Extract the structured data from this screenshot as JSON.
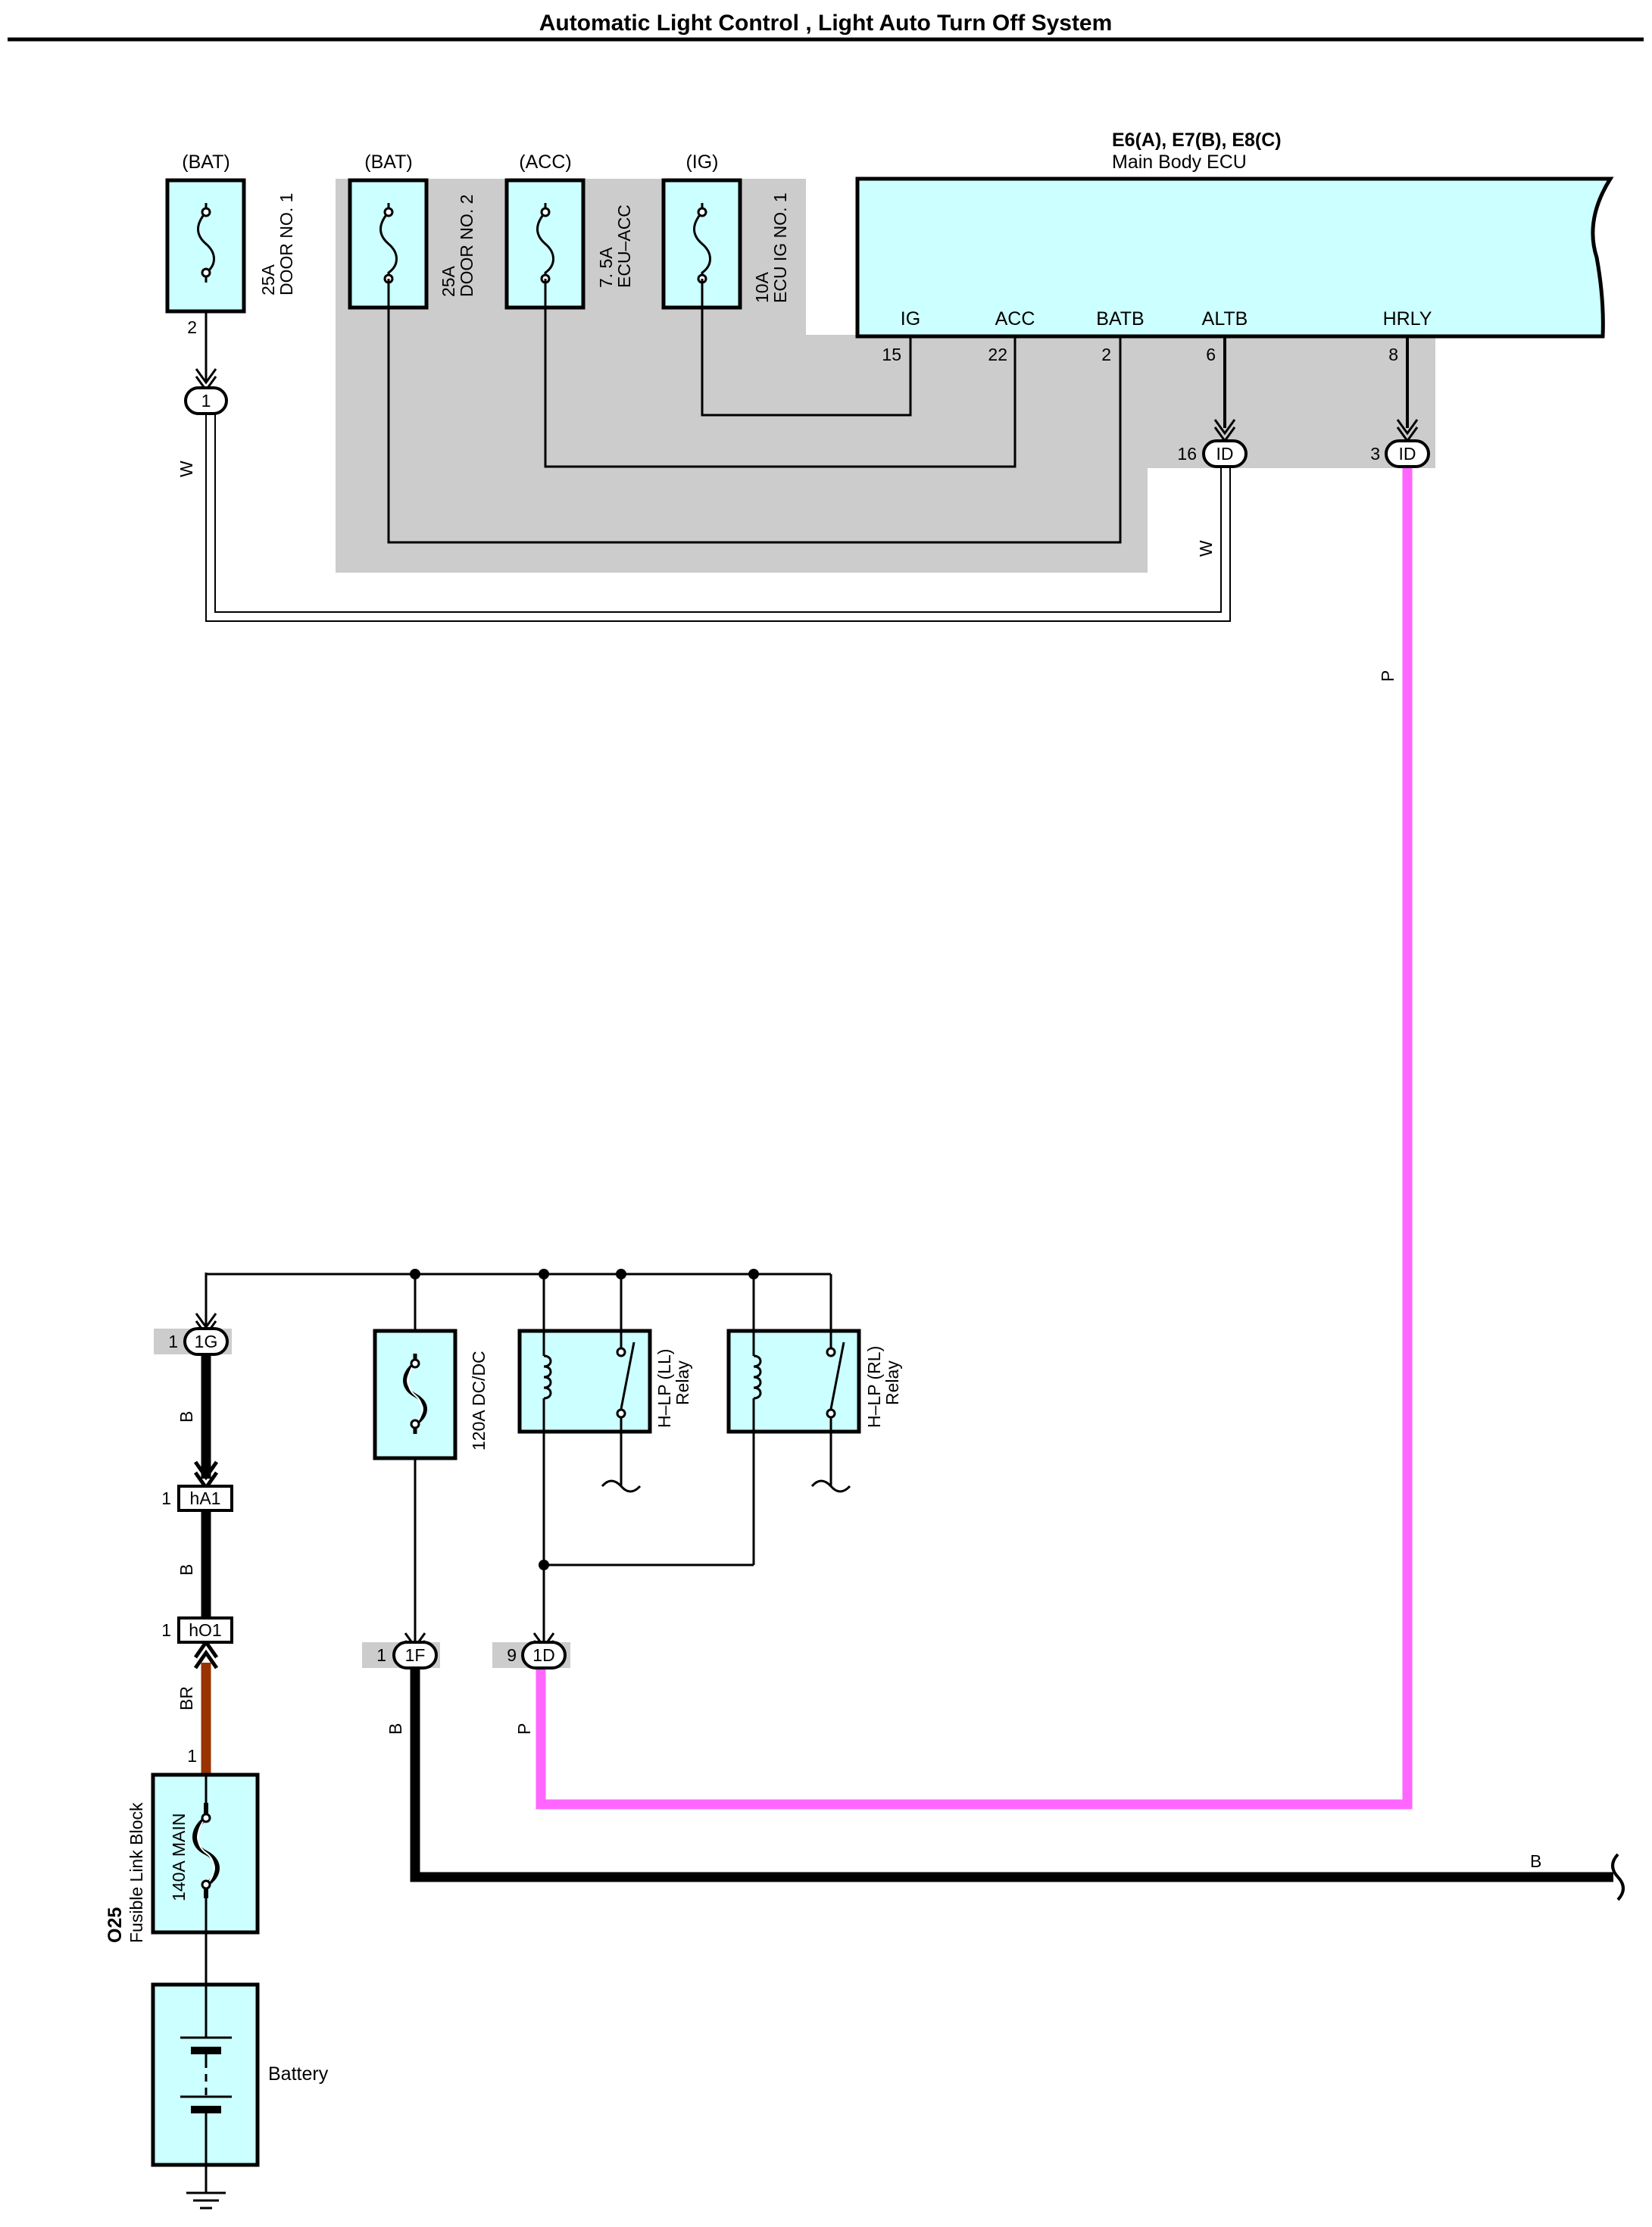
{
  "title": "Automatic Light Control , Light Auto Turn Off System",
  "colors": {
    "component_fill": "#ccffff",
    "shade": "#cccccc",
    "wire_pink": "#ff66ff",
    "wire_brown": "#993300",
    "wire_black": "#000000"
  },
  "ecu": {
    "connectors": "E6(A), E7(B), E8(C)",
    "name": "Main Body ECU",
    "pins": [
      {
        "label": "IG",
        "number": "15"
      },
      {
        "label": "ACC",
        "number": "22"
      },
      {
        "label": "BATB",
        "number": "2"
      },
      {
        "label": "ALTB",
        "number": "6"
      },
      {
        "label": "HRLY",
        "number": "8"
      }
    ]
  },
  "fuses": [
    {
      "source": "(BAT)",
      "rating": "25A",
      "name": "DOOR NO. 1",
      "pin": "2"
    },
    {
      "source": "(BAT)",
      "rating": "25A",
      "name": "DOOR NO. 2"
    },
    {
      "source": "(ACC)",
      "rating": "7. 5A",
      "name": "ECU–ACC"
    },
    {
      "source": "(IG)",
      "rating": "10A",
      "name": "ECU IG NO. 1"
    }
  ],
  "junctions": [
    {
      "pin": "",
      "id": "1"
    },
    {
      "pin": "16",
      "id": "ID"
    },
    {
      "pin": "3",
      "id": "ID"
    },
    {
      "pin": "1",
      "id": "1G"
    },
    {
      "pin": "1",
      "id": "hA1"
    },
    {
      "pin": "1",
      "id": "hO1"
    },
    {
      "pin": "1",
      "id": "1F"
    },
    {
      "pin": "9",
      "id": "1D"
    }
  ],
  "wire_labels": {
    "w_left": "W",
    "w_right": "W",
    "p_vertical": "P",
    "b_1": "B",
    "b_2": "B",
    "br": "BR",
    "b_1f": "B",
    "p_1d": "P",
    "b_ground": "B"
  },
  "components": {
    "dcdc": "120A DC/DC",
    "relay_ll_name": "H–LP (LL)",
    "relay_ll_type": "Relay",
    "relay_rl_name": "H–LP (RL)",
    "relay_rl_type": "Relay",
    "fusible_link_rating": "140A MAIN",
    "fusible_link_code": "O25",
    "fusible_link_name": "Fusible Link Block",
    "fusible_link_pin": "1",
    "battery": "Battery"
  }
}
